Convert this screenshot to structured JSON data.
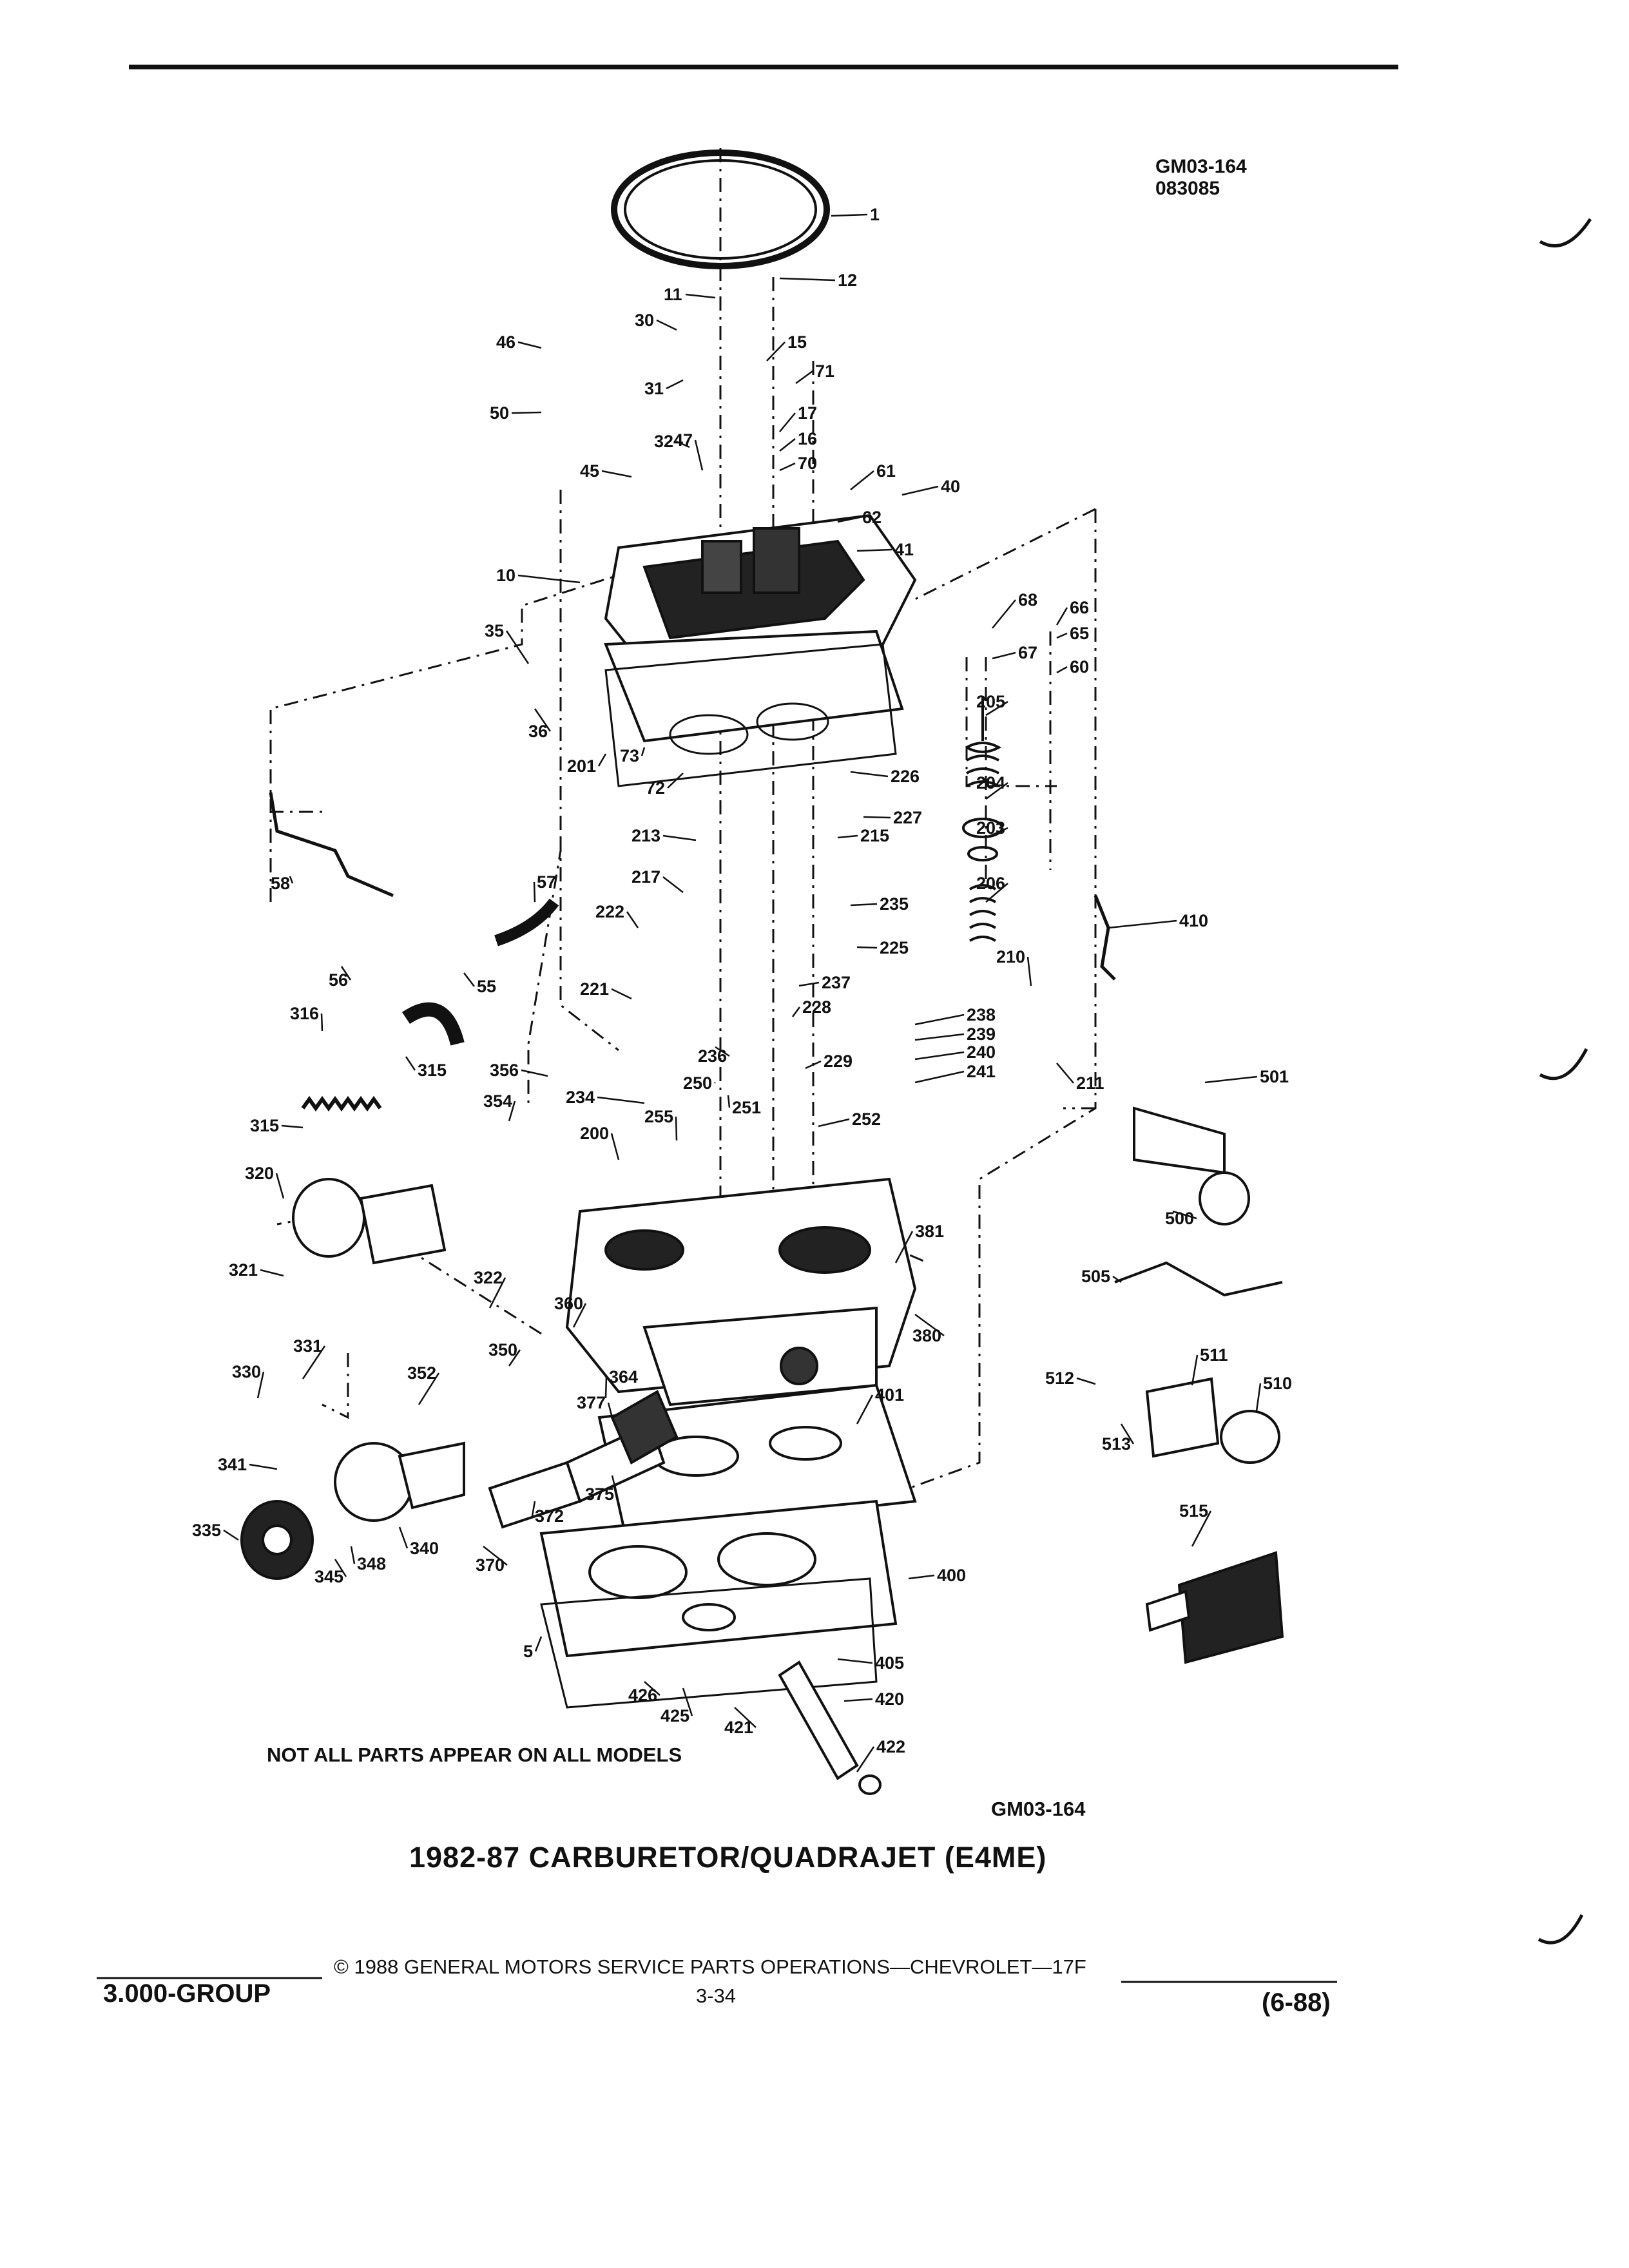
{
  "header": {
    "codes": [
      "GM03-164",
      "083085"
    ]
  },
  "diagram": {
    "note": "NOT ALL PARTS APPEAR ON ALL MODELS",
    "figure_code": "GM03-164",
    "callouts": [
      "1",
      "12",
      "11",
      "30",
      "15",
      "46",
      "71",
      "31",
      "50",
      "17",
      "16",
      "70",
      "61",
      "40",
      "47",
      "32",
      "45",
      "62",
      "41",
      "10",
      "68",
      "66",
      "65",
      "67",
      "60",
      "35",
      "36",
      "201",
      "73",
      "205",
      "72",
      "226",
      "204",
      "227",
      "203",
      "213",
      "215",
      "58",
      "57",
      "217",
      "206",
      "235",
      "222",
      "410",
      "225",
      "56",
      "55",
      "237",
      "221",
      "210",
      "316",
      "238",
      "228",
      "239",
      "236",
      "240",
      "250",
      "229",
      "315",
      "356",
      "241",
      "211",
      "501",
      "251",
      "354",
      "234",
      "255",
      "252",
      "315",
      "200",
      "320",
      "500",
      "381",
      "321",
      "505",
      "322",
      "380",
      "360",
      "331",
      "350",
      "330",
      "352",
      "364",
      "401",
      "511",
      "512",
      "510",
      "377",
      "341",
      "513",
      "375",
      "372",
      "335",
      "370",
      "345",
      "348",
      "340",
      "515",
      "400",
      "5",
      "405",
      "426",
      "420",
      "425",
      "421",
      "422"
    ]
  },
  "caption": "1982-87 CARBURETOR/QUADRAJET (E4ME)",
  "footer": {
    "copyright": "© 1988 GENERAL MOTORS SERVICE PARTS OPERATIONS—CHEVROLET—17F",
    "group": "3.000-GROUP",
    "page": "3-34",
    "date": "(6-88)"
  }
}
